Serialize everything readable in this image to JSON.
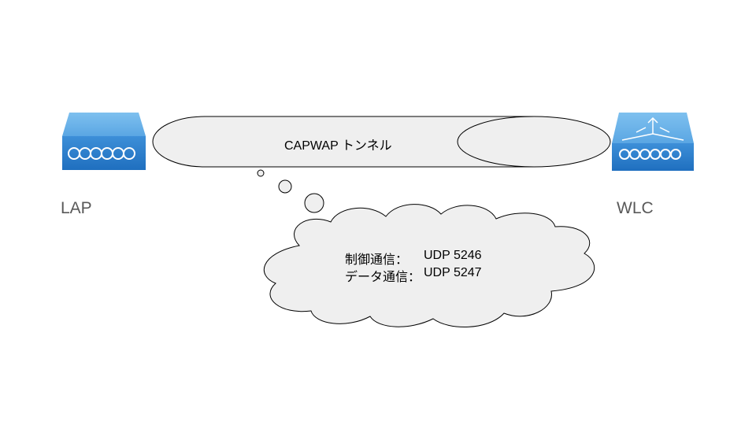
{
  "devices": {
    "lap": {
      "label": "LAP",
      "icon": "access-point-icon"
    },
    "wlc": {
      "label": "WLC",
      "icon": "wireless-controller-icon"
    }
  },
  "tunnel": {
    "label": "CAPWAP トンネル"
  },
  "callout": {
    "lines": [
      {
        "name": "制御通信：",
        "value": "UDP 5246"
      },
      {
        "name": "データ通信：",
        "value": "UDP 5247"
      }
    ]
  },
  "colors": {
    "device_blue": "#3a8fd6",
    "shape_fill": "#efefef",
    "stroke": "#000000"
  }
}
